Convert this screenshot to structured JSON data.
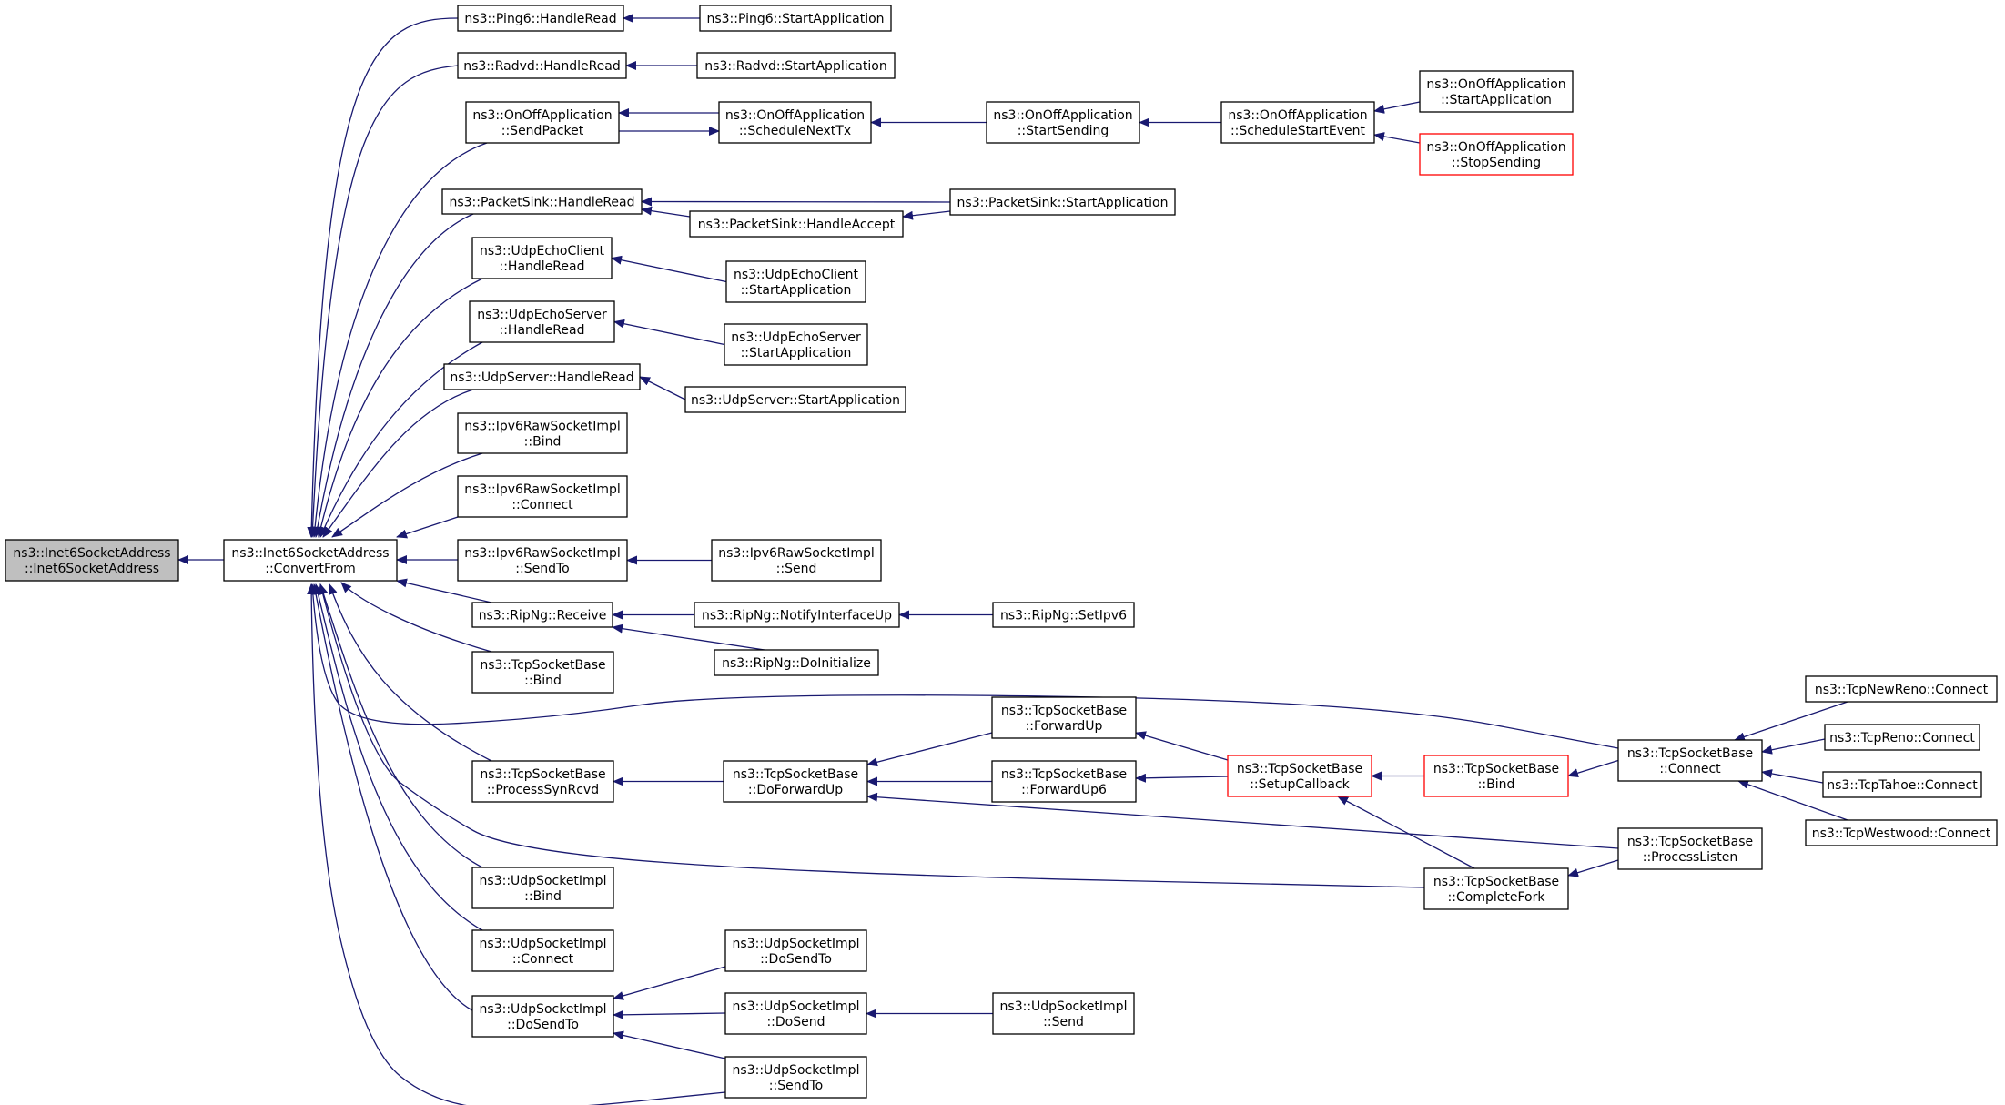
{
  "colors": {
    "edge": "#191970",
    "node_border": "#000000",
    "highlight_border": "#ff0000",
    "root_fill": "#bfbfbf",
    "node_fill": "#ffffff",
    "text": "#000000"
  },
  "nodes": [
    {
      "id": "root",
      "lines": [
        "ns3::Inet6SocketAddress",
        "::Inet6SocketAddress"
      ],
      "style": "root"
    },
    {
      "id": "convertfrom",
      "lines": [
        "ns3::Inet6SocketAddress",
        "::ConvertFrom"
      ]
    },
    {
      "id": "ping6_hr",
      "lines": [
        "ns3::Ping6::HandleRead"
      ]
    },
    {
      "id": "ping6_sa",
      "lines": [
        "ns3::Ping6::StartApplication"
      ]
    },
    {
      "id": "radvd_hr",
      "lines": [
        "ns3::Radvd::HandleRead"
      ]
    },
    {
      "id": "radvd_sa",
      "lines": [
        "ns3::Radvd::StartApplication"
      ]
    },
    {
      "id": "onoff_sp",
      "lines": [
        "ns3::OnOffApplication",
        "::SendPacket"
      ]
    },
    {
      "id": "onoff_snt",
      "lines": [
        "ns3::OnOffApplication",
        "::ScheduleNextTx"
      ]
    },
    {
      "id": "onoff_ss",
      "lines": [
        "ns3::OnOffApplication",
        "::StartSending"
      ]
    },
    {
      "id": "onoff_sse",
      "lines": [
        "ns3::OnOffApplication",
        "::ScheduleStartEvent"
      ]
    },
    {
      "id": "onoff_sa",
      "lines": [
        "ns3::OnOffApplication",
        "::StartApplication"
      ]
    },
    {
      "id": "onoff_stop",
      "lines": [
        "ns3::OnOffApplication",
        "::StopSending"
      ],
      "style": "highlight"
    },
    {
      "id": "psink_hr",
      "lines": [
        "ns3::PacketSink::HandleRead"
      ]
    },
    {
      "id": "psink_ha",
      "lines": [
        "ns3::PacketSink::HandleAccept"
      ]
    },
    {
      "id": "psink_sa",
      "lines": [
        "ns3::PacketSink::StartApplication"
      ]
    },
    {
      "id": "uec_hr",
      "lines": [
        "ns3::UdpEchoClient",
        "::HandleRead"
      ]
    },
    {
      "id": "uec_sa",
      "lines": [
        "ns3::UdpEchoClient",
        "::StartApplication"
      ]
    },
    {
      "id": "ues_hr",
      "lines": [
        "ns3::UdpEchoServer",
        "::HandleRead"
      ]
    },
    {
      "id": "ues_sa",
      "lines": [
        "ns3::UdpEchoServer",
        "::StartApplication"
      ]
    },
    {
      "id": "us_hr",
      "lines": [
        "ns3::UdpServer::HandleRead"
      ]
    },
    {
      "id": "us_sa",
      "lines": [
        "ns3::UdpServer::StartApplication"
      ]
    },
    {
      "id": "i6r_bind",
      "lines": [
        "ns3::Ipv6RawSocketImpl",
        "::Bind"
      ]
    },
    {
      "id": "i6r_connect",
      "lines": [
        "ns3::Ipv6RawSocketImpl",
        "::Connect"
      ]
    },
    {
      "id": "i6r_sendto",
      "lines": [
        "ns3::Ipv6RawSocketImpl",
        "::SendTo"
      ]
    },
    {
      "id": "i6r_send",
      "lines": [
        "ns3::Ipv6RawSocketImpl",
        "::Send"
      ]
    },
    {
      "id": "ripng_recv",
      "lines": [
        "ns3::RipNg::Receive"
      ]
    },
    {
      "id": "ripng_niu",
      "lines": [
        "ns3::RipNg::NotifyInterfaceUp"
      ]
    },
    {
      "id": "ripng_setipv6",
      "lines": [
        "ns3::RipNg::SetIpv6"
      ]
    },
    {
      "id": "ripng_doinit",
      "lines": [
        "ns3::RipNg::DoInitialize"
      ]
    },
    {
      "id": "tcp_bind_a",
      "lines": [
        "ns3::TcpSocketBase",
        "::Bind"
      ]
    },
    {
      "id": "tcp_psr",
      "lines": [
        "ns3::TcpSocketBase",
        "::ProcessSynRcvd"
      ]
    },
    {
      "id": "tcp_dfu",
      "lines": [
        "ns3::TcpSocketBase",
        "::DoForwardUp"
      ]
    },
    {
      "id": "tcp_fu",
      "lines": [
        "ns3::TcpSocketBase",
        "::ForwardUp"
      ]
    },
    {
      "id": "tcp_fu6",
      "lines": [
        "ns3::TcpSocketBase",
        "::ForwardUp6"
      ]
    },
    {
      "id": "tcp_scb",
      "lines": [
        "ns3::TcpSocketBase",
        "::SetupCallback"
      ],
      "style": "highlight"
    },
    {
      "id": "tcp_bind_b",
      "lines": [
        "ns3::TcpSocketBase",
        "::Bind"
      ],
      "style": "highlight"
    },
    {
      "id": "tcp_connect",
      "lines": [
        "ns3::TcpSocketBase",
        "::Connect"
      ]
    },
    {
      "id": "tcp_pl",
      "lines": [
        "ns3::TcpSocketBase",
        "::ProcessListen"
      ]
    },
    {
      "id": "tcp_cf",
      "lines": [
        "ns3::TcpSocketBase",
        "::CompleteFork"
      ]
    },
    {
      "id": "newreno",
      "lines": [
        "ns3::TcpNewReno::Connect"
      ]
    },
    {
      "id": "reno",
      "lines": [
        "ns3::TcpReno::Connect"
      ]
    },
    {
      "id": "tahoe",
      "lines": [
        "ns3::TcpTahoe::Connect"
      ]
    },
    {
      "id": "westwood",
      "lines": [
        "ns3::TcpWestwood::Connect"
      ]
    },
    {
      "id": "usi_bind",
      "lines": [
        "ns3::UdpSocketImpl",
        "::Bind"
      ]
    },
    {
      "id": "usi_connect",
      "lines": [
        "ns3::UdpSocketImpl",
        "::Connect"
      ]
    },
    {
      "id": "usi_dst_a",
      "lines": [
        "ns3::UdpSocketImpl",
        "::DoSendTo"
      ]
    },
    {
      "id": "usi_dst_b",
      "lines": [
        "ns3::UdpSocketImpl",
        "::DoSendTo"
      ]
    },
    {
      "id": "usi_dosend",
      "lines": [
        "ns3::UdpSocketImpl",
        "::DoSend"
      ]
    },
    {
      "id": "usi_send",
      "lines": [
        "ns3::UdpSocketImpl",
        "::Send"
      ]
    },
    {
      "id": "usi_sendto",
      "lines": [
        "ns3::UdpSocketImpl",
        "::SendTo"
      ]
    }
  ],
  "edges": [
    [
      "convertfrom",
      "root"
    ],
    [
      "ping6_hr",
      "convertfrom"
    ],
    [
      "radvd_hr",
      "convertfrom"
    ],
    [
      "onoff_sp",
      "convertfrom"
    ],
    [
      "psink_hr",
      "convertfrom"
    ],
    [
      "uec_hr",
      "convertfrom"
    ],
    [
      "ues_hr",
      "convertfrom"
    ],
    [
      "us_hr",
      "convertfrom"
    ],
    [
      "i6r_bind",
      "convertfrom"
    ],
    [
      "i6r_connect",
      "convertfrom"
    ],
    [
      "i6r_sendto",
      "convertfrom"
    ],
    [
      "ripng_recv",
      "convertfrom"
    ],
    [
      "tcp_bind_a",
      "convertfrom"
    ],
    [
      "tcp_connect",
      "convertfrom"
    ],
    [
      "tcp_psr",
      "convertfrom"
    ],
    [
      "tcp_cf",
      "convertfrom"
    ],
    [
      "usi_bind",
      "convertfrom"
    ],
    [
      "usi_connect",
      "convertfrom"
    ],
    [
      "usi_dst_a",
      "convertfrom"
    ],
    [
      "usi_sendto",
      "convertfrom"
    ],
    [
      "ping6_sa",
      "ping6_hr"
    ],
    [
      "radvd_sa",
      "radvd_hr"
    ],
    [
      "onoff_snt",
      "onoff_sp"
    ],
    [
      "onoff_sp",
      "onoff_snt"
    ],
    [
      "onoff_ss",
      "onoff_snt"
    ],
    [
      "onoff_sse",
      "onoff_ss"
    ],
    [
      "onoff_sa",
      "onoff_sse"
    ],
    [
      "onoff_stop",
      "onoff_sse"
    ],
    [
      "psink_sa",
      "psink_hr"
    ],
    [
      "psink_ha",
      "psink_hr"
    ],
    [
      "psink_sa",
      "psink_ha"
    ],
    [
      "uec_sa",
      "uec_hr"
    ],
    [
      "ues_sa",
      "ues_hr"
    ],
    [
      "us_sa",
      "us_hr"
    ],
    [
      "i6r_send",
      "i6r_sendto"
    ],
    [
      "ripng_niu",
      "ripng_recv"
    ],
    [
      "ripng_doinit",
      "ripng_recv"
    ],
    [
      "ripng_setipv6",
      "ripng_niu"
    ],
    [
      "tcp_dfu",
      "tcp_psr"
    ],
    [
      "tcp_fu",
      "tcp_dfu"
    ],
    [
      "tcp_fu6",
      "tcp_dfu"
    ],
    [
      "tcp_pl",
      "tcp_dfu"
    ],
    [
      "tcp_scb",
      "tcp_fu"
    ],
    [
      "tcp_scb",
      "tcp_fu6"
    ],
    [
      "tcp_cf",
      "tcp_scb"
    ],
    [
      "tcp_bind_b",
      "tcp_scb"
    ],
    [
      "tcp_connect",
      "tcp_bind_b"
    ],
    [
      "tcp_pl",
      "tcp_cf"
    ],
    [
      "newreno",
      "tcp_connect"
    ],
    [
      "reno",
      "tcp_connect"
    ],
    [
      "tahoe",
      "tcp_connect"
    ],
    [
      "westwood",
      "tcp_connect"
    ],
    [
      "usi_dst_b",
      "usi_dst_a"
    ],
    [
      "usi_dosend",
      "usi_dst_a"
    ],
    [
      "usi_sendto",
      "usi_dst_a"
    ],
    [
      "usi_send",
      "usi_dosend"
    ]
  ]
}
